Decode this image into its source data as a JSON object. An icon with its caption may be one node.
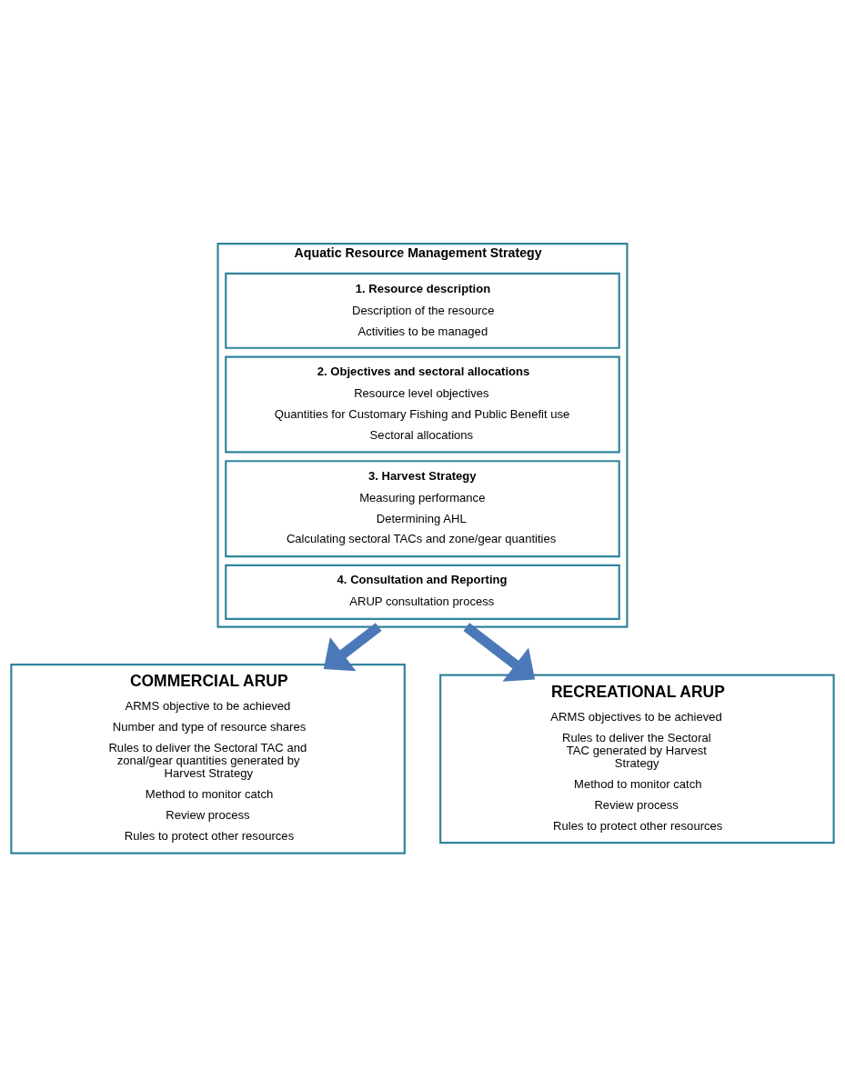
{
  "diagram": {
    "nodes": [
      {
        "text": [
          "Aquatic Resource Management Strategy"
        ]
      },
      {
        "text": [
          "1. Resource description",
          "Description of the resource",
          "Activities to be managed"
        ],
        "in": 0
      },
      {
        "text": [
          "2. Objectives and sectoral allocations",
          "Resource level objectives",
          "Quantities for Customary Fishing and Public Benefit use",
          "Sectoral allocations"
        ],
        "in": 0
      },
      {
        "text": [
          "3. Harvest Strategy",
          "Measuring performance",
          "Determining AHL",
          "Calculating sectoral TACs and zone/gear quantities"
        ],
        "in": 0
      },
      {
        "text": [
          "4. Consultation and Reporting",
          "ARUP consultation process"
        ],
        "in": 0
      },
      {
        "text": [
          "COMMERCIAL ARUP",
          "ARMS objective to be achieved",
          "Number and type of resource shares",
          "Rules to deliver the Sectoral TAC and zonal/gear quantities generated by Harvest Strategy",
          "Method to monitor catch",
          "Review process",
          "Rules to protect other resources"
        ]
      },
      {
        "text": [
          "RECREATIONAL ARUP",
          "ARMS objectives to be achieved",
          "Rules to deliver the Sectoral TAC generated by Harvest Strategy",
          "Method to monitor catch",
          "Review process",
          "Rules to protect other resources"
        ]
      }
    ],
    "edges": [
      {
        "from": 0,
        "to": 5,
        "arrow": "to"
      },
      {
        "from": 0,
        "to": 6,
        "arrow": "to"
      }
    ]
  }
}
